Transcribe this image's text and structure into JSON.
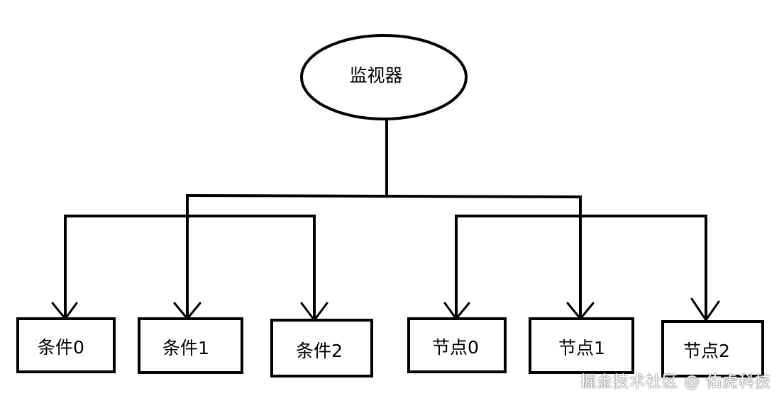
{
  "root": {
    "label": "监视器"
  },
  "groups": [
    {
      "children": [
        "条件0",
        "条件1",
        "条件2"
      ]
    },
    {
      "children": [
        "节点0",
        "节点1",
        "节点2"
      ]
    }
  ],
  "watermark": "掘金技术社区 @ 佑虎科技"
}
